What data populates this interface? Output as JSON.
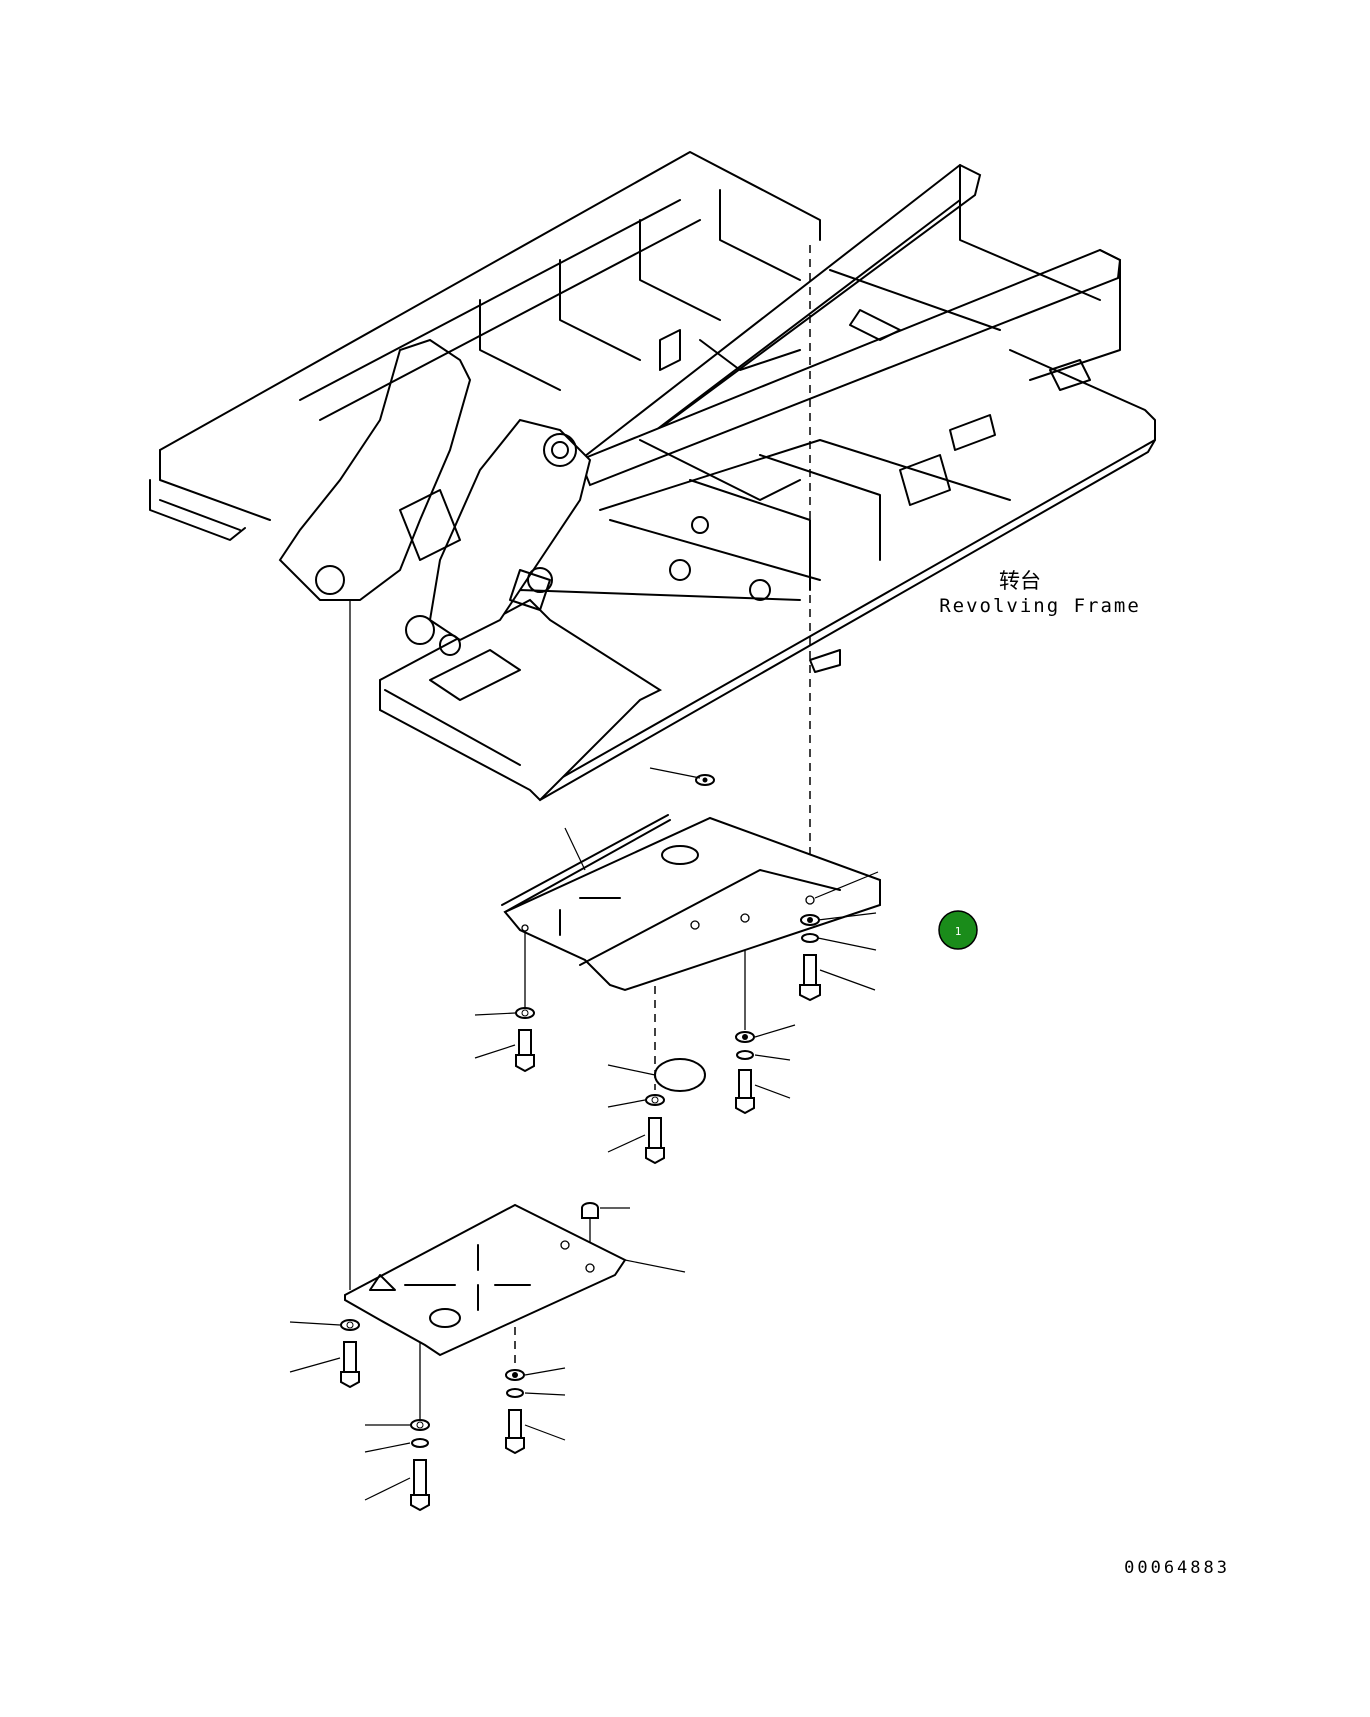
{
  "frame_label": {
    "chinese": "转台",
    "english": "Revolving Frame"
  },
  "drawing_number": "00064883",
  "callout": {
    "number": "1",
    "color": "#1a8c1a"
  }
}
